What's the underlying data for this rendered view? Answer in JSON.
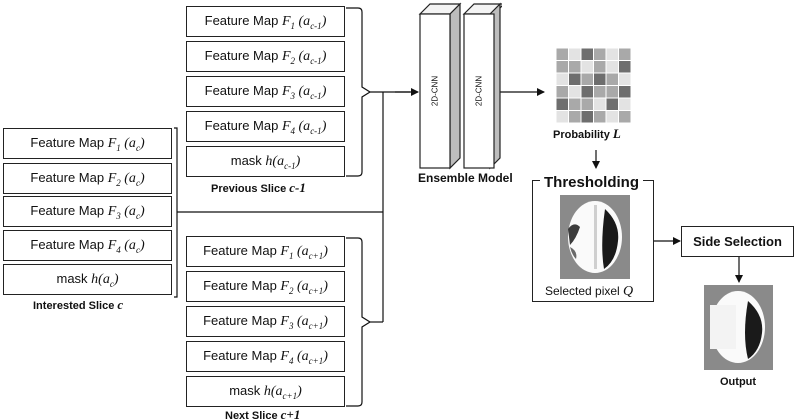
{
  "feature_label": "Feature Map",
  "mask_label": "mask",
  "previous": {
    "title_text": "Previous Slice ",
    "title_var": "c-1",
    "items": [
      {
        "func": "F",
        "sub": "1",
        "arg": "a",
        "argsub": "c-1"
      },
      {
        "func": "F",
        "sub": "2",
        "arg": "a",
        "argsub": "c-1"
      },
      {
        "func": "F",
        "sub": "3",
        "arg": "a",
        "argsub": "c-1"
      },
      {
        "func": "F",
        "sub": "4",
        "arg": "a",
        "argsub": "c-1"
      }
    ],
    "mask": {
      "func": "h",
      "arg": "a",
      "argsub": "c-1"
    }
  },
  "interested": {
    "title_text": "Interested Slice ",
    "title_var": "c",
    "items": [
      {
        "func": "F",
        "sub": "1",
        "arg": "a",
        "argsub": "c"
      },
      {
        "func": "F",
        "sub": "2",
        "arg": "a",
        "argsub": "c"
      },
      {
        "func": "F",
        "sub": "3",
        "arg": "a",
        "argsub": "c"
      },
      {
        "func": "F",
        "sub": "4",
        "arg": "a",
        "argsub": "c"
      }
    ],
    "mask": {
      "func": "h",
      "arg": "a",
      "argsub": "c"
    }
  },
  "next": {
    "title_text": "Next Slice ",
    "title_var": "c+1",
    "items": [
      {
        "func": "F",
        "sub": "1",
        "arg": "a",
        "argsub": "c+1"
      },
      {
        "func": "F",
        "sub": "2",
        "arg": "a",
        "argsub": "c+1"
      },
      {
        "func": "F",
        "sub": "3",
        "arg": "a",
        "argsub": "c+1"
      },
      {
        "func": "F",
        "sub": "4",
        "arg": "a",
        "argsub": "c+1"
      }
    ],
    "mask": {
      "func": "h",
      "arg": "a",
      "argsub": "c+1"
    }
  },
  "ensemble": {
    "cnn_label": "2D-CNN",
    "title": "Ensemble Model"
  },
  "probability": {
    "title": "Probability ",
    "var": "L"
  },
  "thresholding": {
    "title": "Thresholding",
    "caption": "Selected pixel ",
    "var": "Q"
  },
  "side_selection": {
    "label": "Side Selection"
  },
  "output": {
    "label": "Output"
  },
  "colors": {
    "grid_dark": "#6e6e6e",
    "grid_mid": "#a9a9a9",
    "grid_light": "#e3e3e3",
    "scan_bg": "#8a8a8a"
  }
}
